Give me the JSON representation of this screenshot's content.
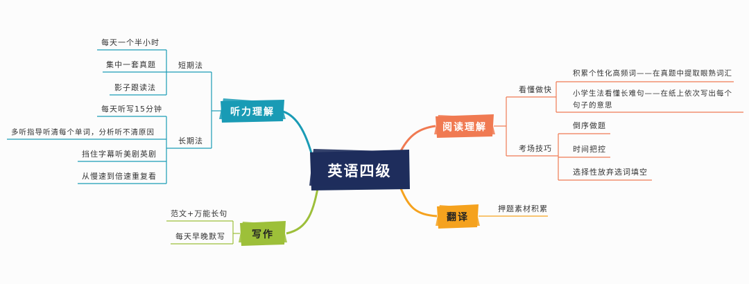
{
  "colors": {
    "center": "#1e2e5c",
    "listening": "#1a9bb5",
    "reading": "#f07a52",
    "translation": "#f5a21e",
    "writing": "#9dbf3a",
    "branch_text": "#ffffff",
    "translation_text": "#222222"
  },
  "center": {
    "label": "英语四级"
  },
  "listening": {
    "label": "听力理解",
    "short_term": {
      "label": "短期法",
      "items": [
        "每天一个半小时",
        "集中一套真题",
        "影子跟读法"
      ]
    },
    "long_term": {
      "label": "长期法",
      "items": [
        "每天听写15分钟",
        "多听指导听清每个单词，分析听不清原因",
        "挡住字幕听美剧英剧",
        "从慢速到倍速重复看"
      ]
    }
  },
  "reading": {
    "label": "阅读理解",
    "understand": {
      "label": "看懂做快",
      "items": [
        "积累个性化高频词——在真题中提取眼熟词汇",
        "小学生法看懂长难句——在纸上依次写出每个句子的意思"
      ]
    },
    "exam": {
      "label": "考场技巧",
      "items": [
        "倒序做题",
        "时间把控",
        "选择性放弃选词填空"
      ]
    }
  },
  "translation": {
    "label": "翻译",
    "items": [
      "押题素材积累"
    ]
  },
  "writing": {
    "label": "写作",
    "items": [
      "范文+万能长句",
      "每天早晚默写"
    ]
  }
}
